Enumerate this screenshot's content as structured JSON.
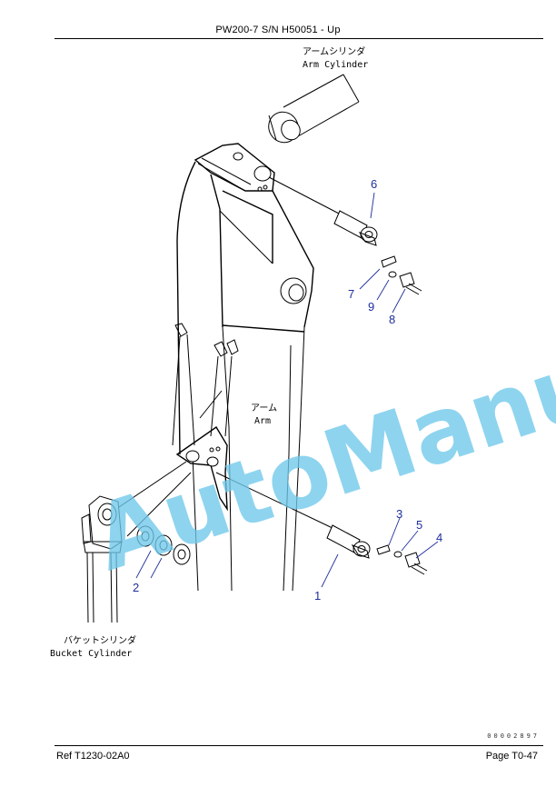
{
  "header": {
    "title": "PW200-7 S/N H50051 - Up"
  },
  "footer": {
    "ref": "Ref   T1230-02A0",
    "page": "Page   T0-47",
    "code": "00002897"
  },
  "labels": {
    "arm_cylinder_jp": "アームシリンダ",
    "arm_cylinder_en": "Arm Cylinder",
    "arm_jp": "アーム",
    "arm_en": "Arm",
    "bucket_cylinder_jp": "バケットシリンダ",
    "bucket_cylinder_en": "Bucket Cylinder"
  },
  "callouts": [
    "1",
    "2",
    "3",
    "4",
    "5",
    "6",
    "7",
    "8",
    "9"
  ],
  "watermark": {
    "text": "AutoManual",
    "color": "#6ec8ea"
  },
  "colors": {
    "callout": "#1f2f9c"
  }
}
